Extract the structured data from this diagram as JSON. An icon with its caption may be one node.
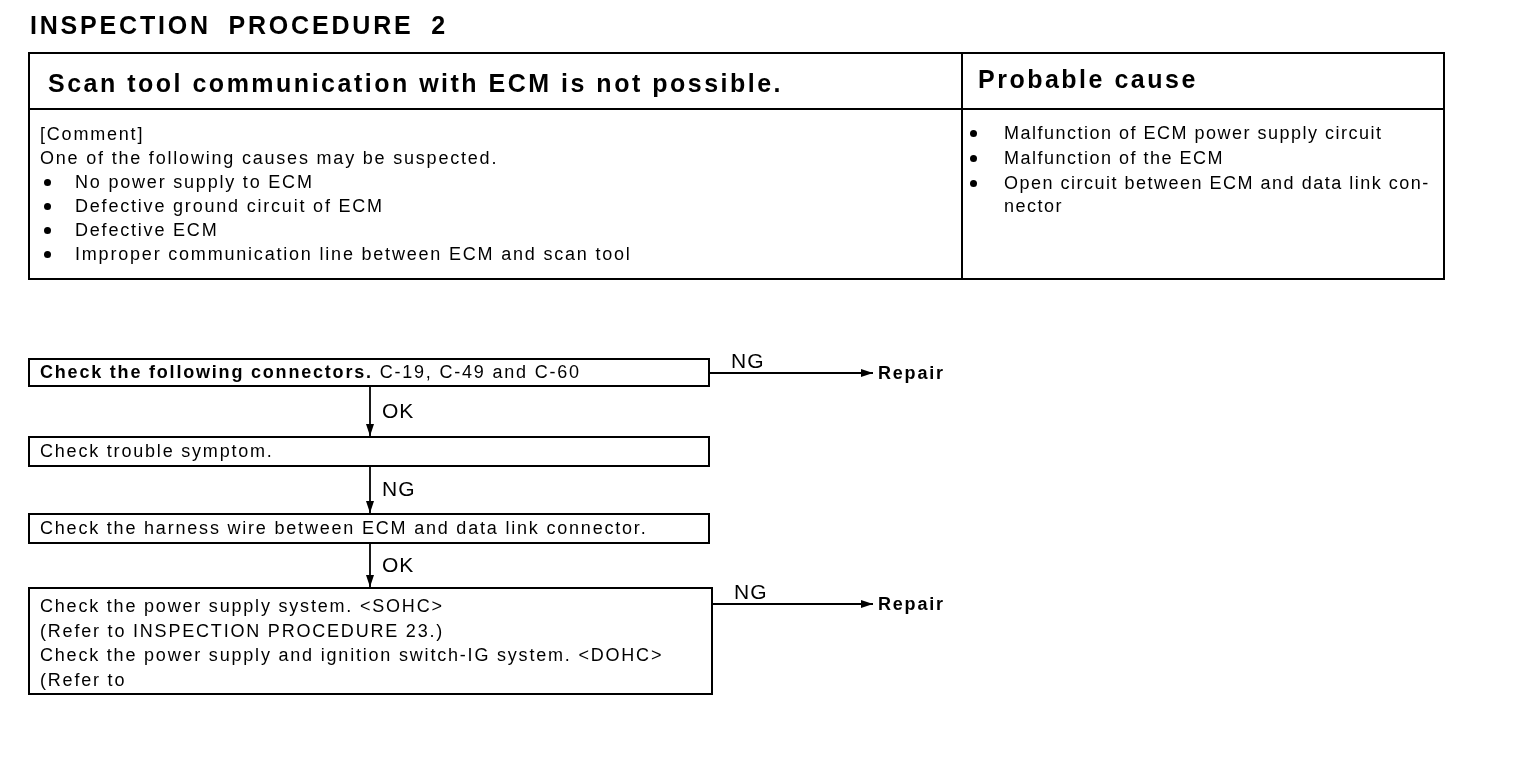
{
  "diagram": {
    "title": "INSPECTION PROCEDURE 2",
    "nodes": [
      {
        "text": [
          "**Check the following connectors.** C-19, C-49 and C-60"
        ]
      },
      {
        "text": [
          "Repair"
        ]
      },
      {
        "text": [
          "Check trouble symptom."
        ]
      },
      {
        "text": [
          "Check the harness wire between ECM and data link connector."
        ]
      },
      {
        "text": [
          "Check the power supply system. <SOHC>",
          "(Refer to INSPECTION PROCEDURE 23.)",
          "Check the power supply and ignition switch-IG system. <DOHC>",
          "(Refer to"
        ]
      },
      {
        "text": [
          "Repair"
        ]
      }
    ],
    "edges": [
      {
        "from": 0,
        "to": 1,
        "arrow": "to",
        "label": "NG"
      },
      {
        "from": 0,
        "to": 2,
        "arrow": "to",
        "label": "OK"
      },
      {
        "from": 2,
        "to": 3,
        "arrow": "to",
        "label": "NG"
      },
      {
        "from": 3,
        "to": 4,
        "arrow": "to",
        "label": "OK"
      },
      {
        "from": 4,
        "to": 5,
        "arrow": "to",
        "label": "NG"
      }
    ],
    "labels": [
      "Scan tool communication with ECM is not possible.",
      "Probable cause",
      "[Comment]",
      "One of the following causes may be suspected.",
      "No power supply to ECM",
      "Defective ground circuit of ECM",
      "Defective ECM",
      "Improper communication line between ECM and scan tool",
      "Malfunction of ECM power supply circuit",
      "Malfunction of the ECM",
      "Open circuit between ECM and data link con-nector"
    ]
  }
}
